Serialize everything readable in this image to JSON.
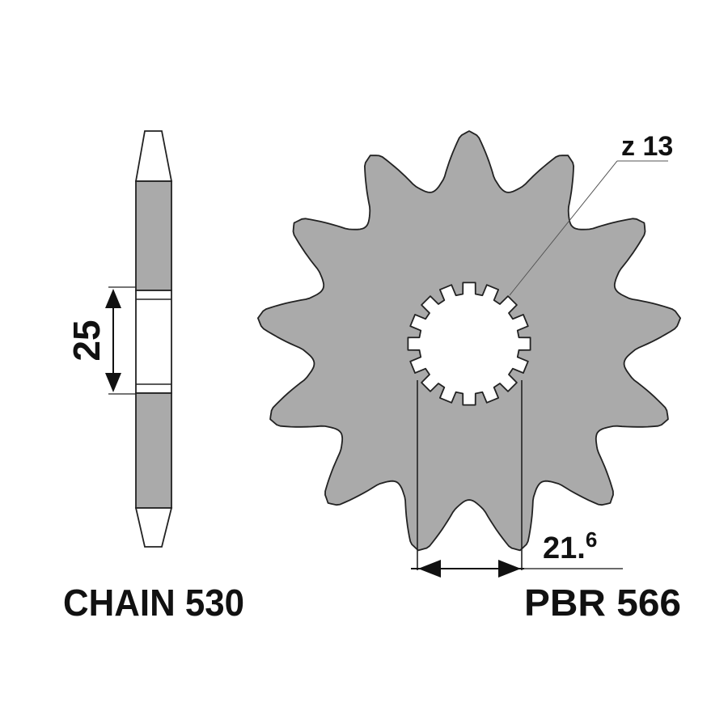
{
  "colors": {
    "fill": "#aaaaaa",
    "outline": "#222222",
    "bore": "#ffffff",
    "text": "#111111"
  },
  "sprocket": {
    "teeth": 13,
    "teeth_label": "z 13",
    "spline_count": 16,
    "part_number": "PBR 566"
  },
  "side_view": {
    "chain_label": "CHAIN 530",
    "hub_width_label": "25"
  },
  "hub_diameter": {
    "main": "21.",
    "decimal": "6"
  }
}
